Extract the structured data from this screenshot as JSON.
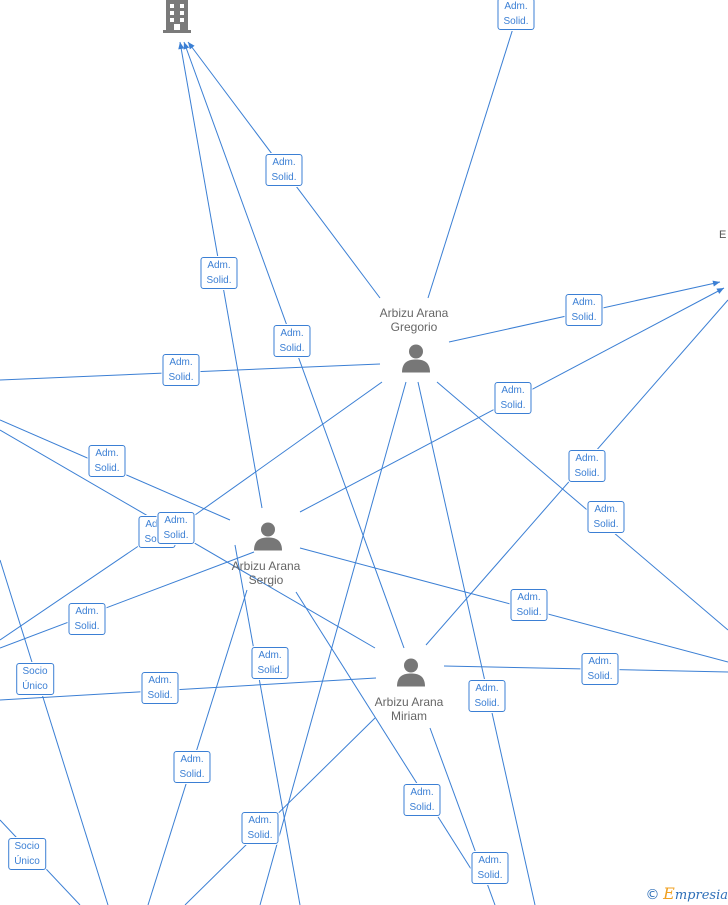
{
  "nodes": {
    "gregorio": {
      "line1": "Arbizu Arana",
      "line2": "Gregorio"
    },
    "sergio": {
      "line1": "Arbizu Arana",
      "line2": "Sergio"
    },
    "miriam": {
      "line1": "Arbizu Arana",
      "line2": "Miriam"
    },
    "company_label_fragment": "E",
    "company_icon": "building-icon",
    "person_icon": "person-icon"
  },
  "edge_labels": {
    "adm_line1": "Adm.",
    "adm_line2": "Solid.",
    "socio_line1": "Socio",
    "socio_line2": "Único"
  },
  "footer": {
    "copyright_symbol": "©",
    "brand_e": "E",
    "brand_rest": "mpresia"
  },
  "colors": {
    "edge": "#3b7fd4",
    "node_icon": "#777777",
    "node_text": "#666666",
    "brand_orange": "#f0a020"
  }
}
